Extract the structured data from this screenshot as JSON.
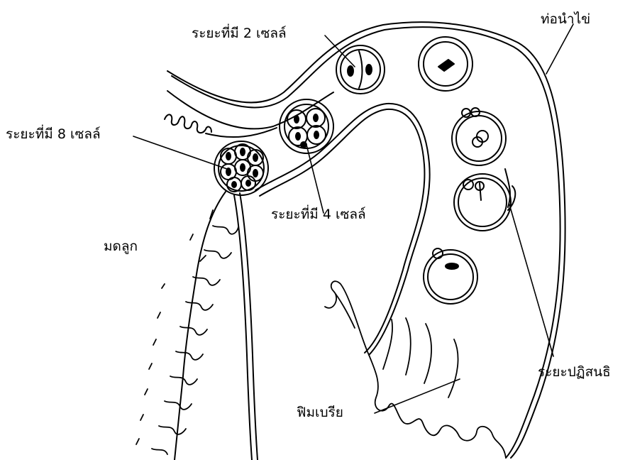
{
  "labels": {
    "two_cell": "ระยะที่มี 2 เซลล์",
    "eight_cell": "ระยะที่มี 8 เซลล์",
    "four_cell": "ระยะที่มี 4 เซลล์",
    "oviduct": "ท่อนำไข่",
    "uterus": "มดลูก",
    "fertilization": "ระยะปฏิสนธิ",
    "fimbria": "ฟิมเบรีย"
  }
}
